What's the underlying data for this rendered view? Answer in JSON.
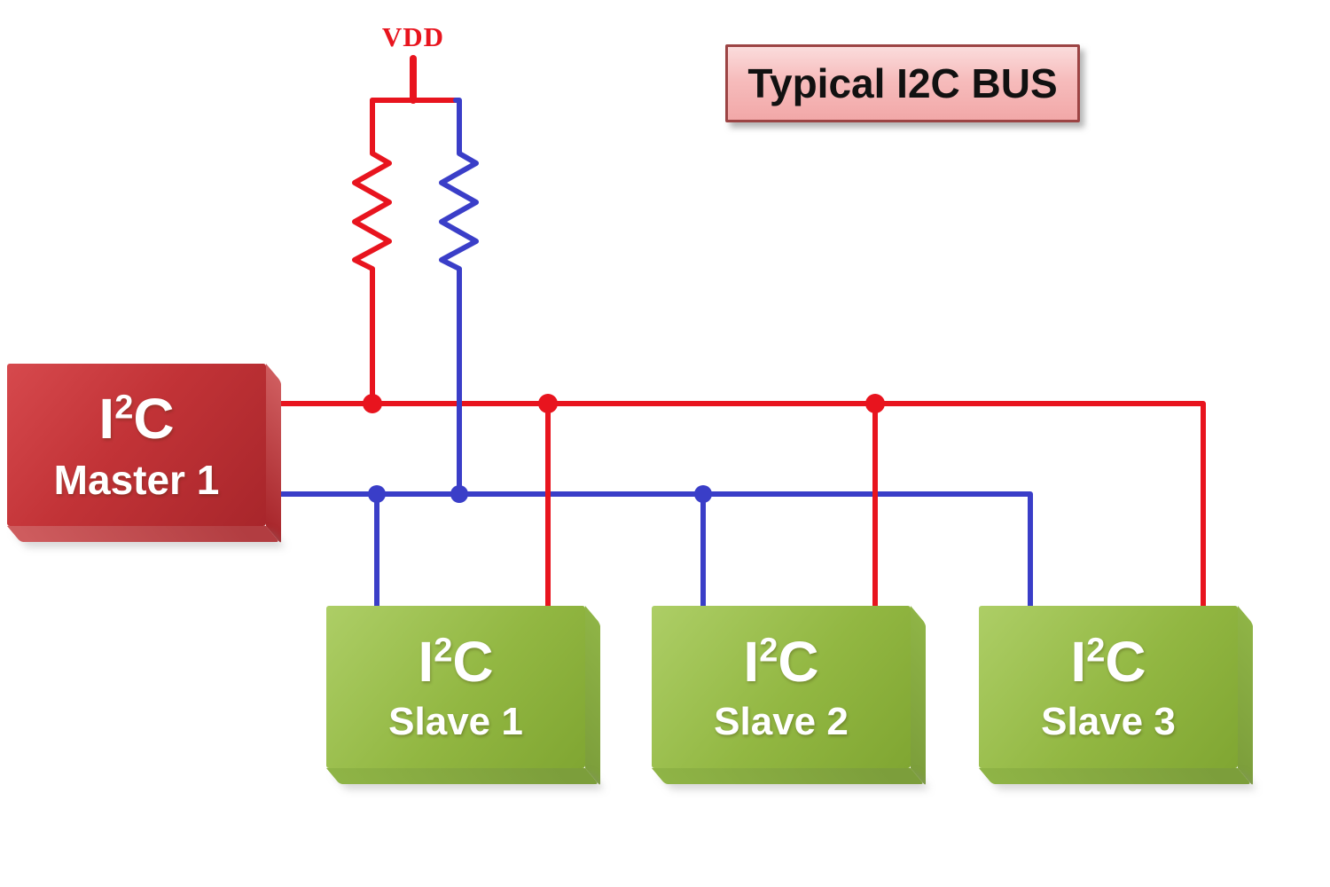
{
  "title": {
    "text": "Typical I2C BUS"
  },
  "vdd_label": "VDD",
  "master": {
    "chip_pre": "I",
    "chip_sup": "2",
    "chip_post": "C",
    "label": "Master 1"
  },
  "slaves": [
    {
      "chip_pre": "I",
      "chip_sup": "2",
      "chip_post": "C",
      "label": "Slave 1"
    },
    {
      "chip_pre": "I",
      "chip_sup": "2",
      "chip_post": "C",
      "label": "Slave 2"
    },
    {
      "chip_pre": "I",
      "chip_sup": "2",
      "chip_post": "C",
      "label": "Slave 3"
    }
  ],
  "wires": {
    "red_bus_junction_dots": 3,
    "blue_bus_junction_dots": 3,
    "pullup_resistors": [
      {
        "color": "red"
      },
      {
        "color": "blue"
      }
    ]
  },
  "colors": {
    "wire_red": "#e8141e",
    "wire_blue": "#3a3ec8",
    "master_face_light": "#d6494d",
    "master_face": "#c23337",
    "master_face_dark": "#a8262b",
    "master_side": "#cf5d5f",
    "master_bottom": "#b23d41",
    "slave_face_light": "#adce66",
    "slave_face": "#92b742",
    "slave_face_dark": "#80a632",
    "slave_side": "#8fb446",
    "slave_bottom": "#7c9e3b",
    "title_border": "#9c4444",
    "title_bg_top": "#fbdcdc",
    "title_bg_mid": "#f6bcbc",
    "title_bg_bottom": "#f2a8a8",
    "title_text": "#111111",
    "box_text": "#ffffff"
  }
}
